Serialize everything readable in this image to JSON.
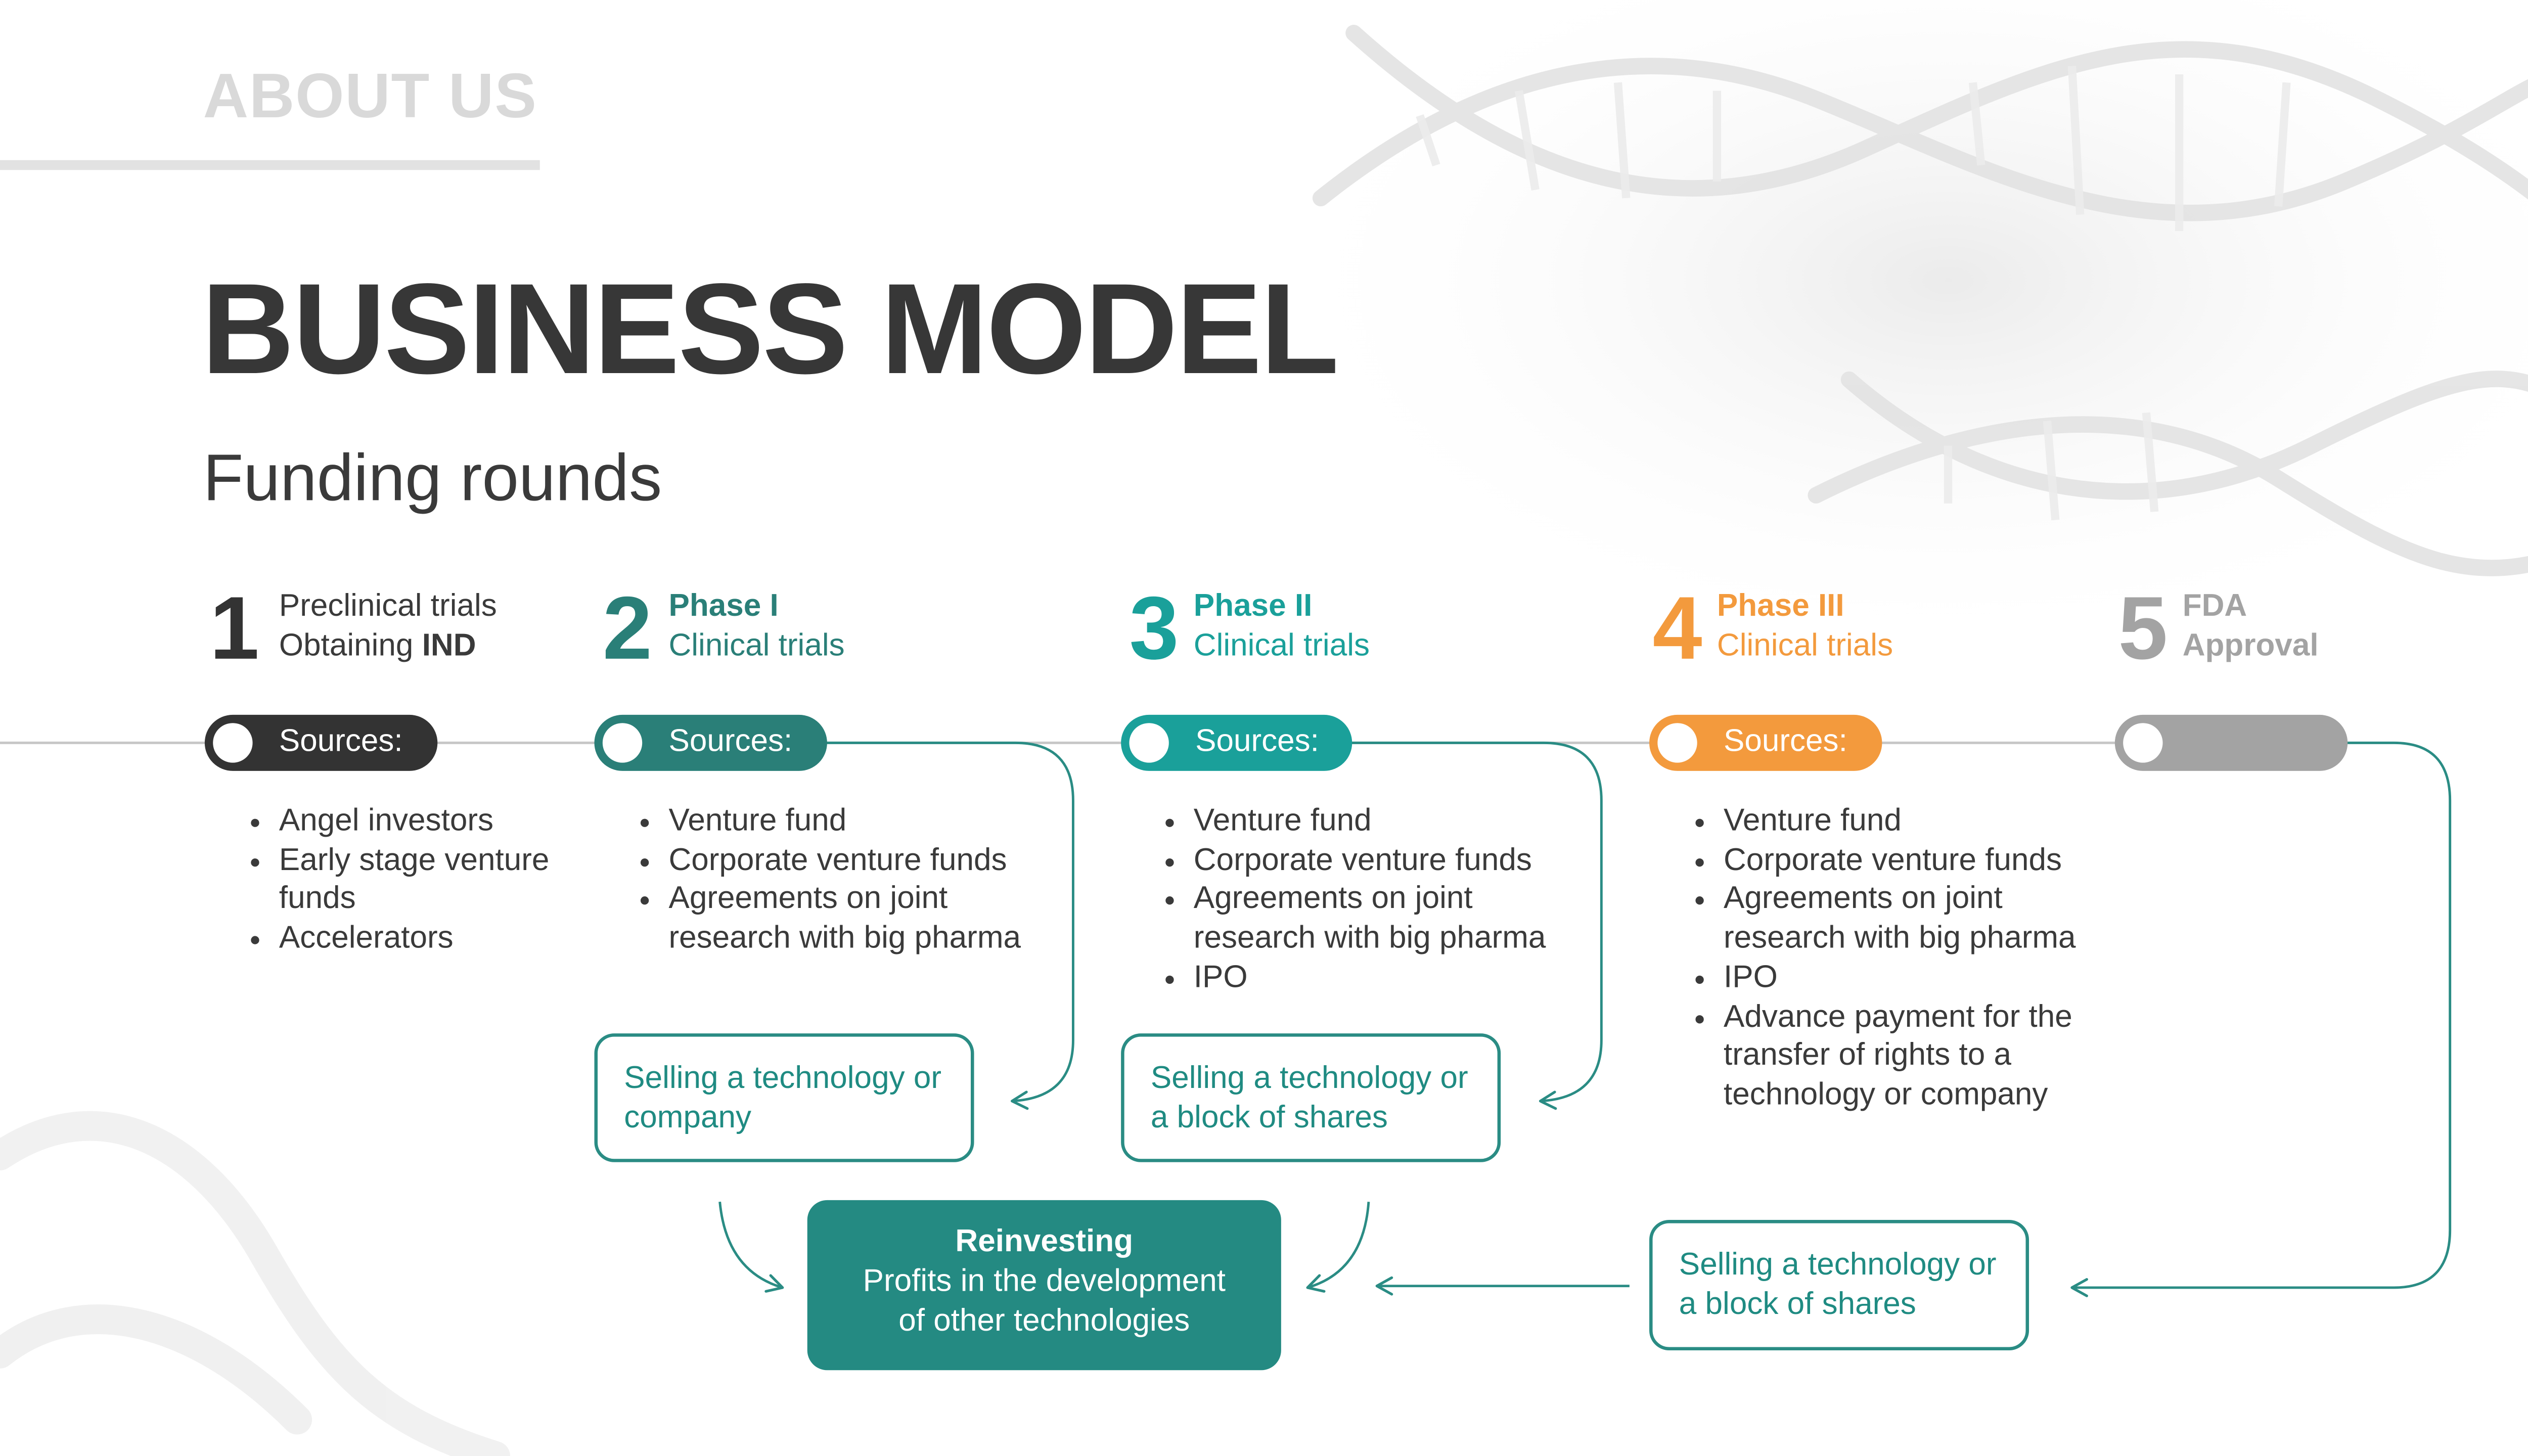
{
  "header": {
    "section": "ABOUT US",
    "title": "BUSINESS MODEL",
    "subtitle": "Funding rounds"
  },
  "colors": {
    "dark": "#333333",
    "teal_dark": "#2a7f78",
    "teal": "#1aa09a",
    "orange": "#f39a3d",
    "gray": "#a3a3a3"
  },
  "phases": [
    {
      "number": "1",
      "line1": "Preclinical trials",
      "line2_prefix": "Obtaining ",
      "line2_bold": "IND",
      "pill_label": "Sources:",
      "sources": [
        "Angel investors",
        "Early stage venture funds",
        "Accelerators"
      ]
    },
    {
      "number": "2",
      "line1": "Phase I",
      "line2": "Clinical trials",
      "pill_label": "Sources:",
      "sources": [
        "Venture fund",
        "Corporate venture funds",
        "Agreements on joint research with big pharma"
      ],
      "outcome": "Selling a technology or company"
    },
    {
      "number": "3",
      "line1": "Phase II",
      "line2": "Clinical trials",
      "pill_label": "Sources:",
      "sources": [
        "Venture fund",
        "Corporate venture funds",
        "Agreements on joint research with big pharma",
        "IPO"
      ],
      "outcome": "Selling a technology or a block of shares"
    },
    {
      "number": "4",
      "line1": "Phase III",
      "line2": "Clinical trials",
      "pill_label": "Sources:",
      "sources": [
        "Venture fund",
        "Corporate venture funds",
        "Agreements on joint research with big pharma",
        "IPO",
        "Advance payment for the transfer of rights to a technology or company"
      ],
      "outcome": "Selling a technology or a block of shares"
    },
    {
      "number": "5",
      "line1": "FDA",
      "line2": "Approval"
    }
  ],
  "reinvest": {
    "heading": "Reinvesting",
    "text": "Profits in the development of other technologies"
  }
}
